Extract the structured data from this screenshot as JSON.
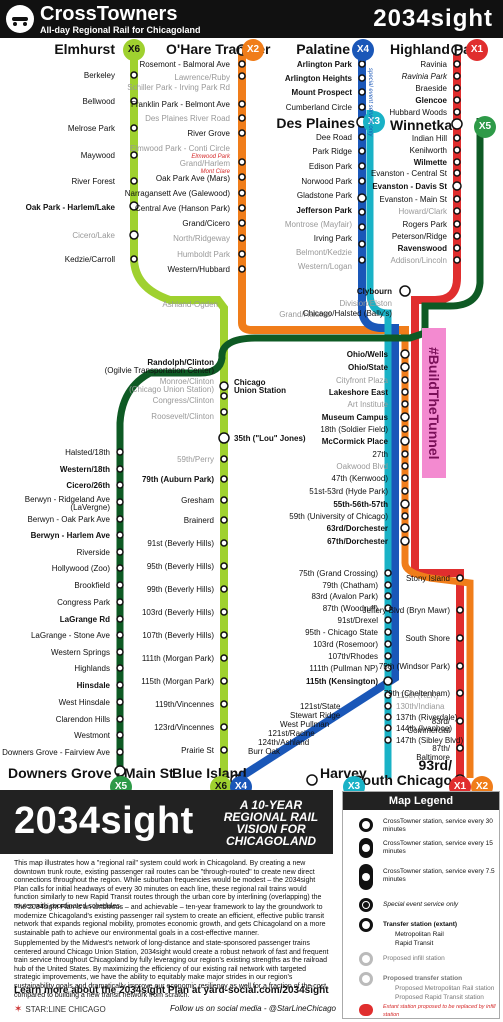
{
  "header": {
    "title": "CrossTowners",
    "subtitle": "All-day Regional Rail for Chicagoland",
    "tag": "2034sight"
  },
  "colors": {
    "x6": "#9fd12f",
    "x2": "#f07d1a",
    "x4": "#1a57b8",
    "x3": "#19b2c6",
    "x1": "#e02e2e",
    "x5": "#2e9a48",
    "x_dark": "#0e5a24",
    "ink": "#111111",
    "hashtag": "#f38ad0"
  },
  "terminals": {
    "elmhurst": "Elmhurst",
    "ohare": "O'Hare Transfer",
    "palatine": "Palatine",
    "highland_park": "Highland Park",
    "des_plaines": "Des Plaines",
    "winnetka": "Winnetka",
    "downers_grove": "Downers Grove - Main St",
    "blue_island": "Blue Island",
    "harvey": "Harvey",
    "south_chicago": "93rd/\nSouth Chicago"
  },
  "badges": {
    "x6": "X6",
    "x2": "X2",
    "x4": "X4",
    "x1": "X1",
    "x3": "X3",
    "x5": "X5",
    "x5_bottom": "X5",
    "x6_bottom": "X6",
    "x4_bottom": "X4",
    "x3_bottom": "X3",
    "x1_bottom": "X1",
    "x2_bottom": "X2"
  },
  "stations": {
    "x6_col": [
      "Berkeley",
      "Bellwood",
      "Melrose Park",
      "Maywood",
      "River Forest",
      "Oak Park - Harlem/Lake",
      "Cicero/Lake",
      "Kedzie/Carroll"
    ],
    "x2_col": [
      "Rosemont - Balmoral Ave",
      "Lawrence/Ruby",
      "Schiller Park - Irving Park Rd",
      "Franklin Park - Belmont Ave",
      "Des Plaines River Road",
      "River Grove",
      "Elmwood Park - Conti Circle",
      "Elmwood Park",
      "Grand/Harlem",
      "Mont Clare",
      "Oak Park Ave (Mars)",
      "Narragansett Ave (Galewood)",
      "Central Ave (Hanson Park)",
      "Grand/Cicero",
      "North/Ridgeway",
      "Humboldt Park",
      "Western/Hubbard"
    ],
    "x4_col": [
      "Arlington Park",
      "Arlington Heights",
      "Mount Prospect",
      "Cumberland Circle",
      "Dee Road",
      "Park Ridge",
      "Edison Park",
      "Norwood Park",
      "Gladstone Park",
      "Jefferson Park",
      "Montrose (Mayfair)",
      "Irving Park",
      "Belmont/Kedzie",
      "Western/Logan"
    ],
    "x1_col": [
      "Ravinia",
      "Ravinia Park",
      "Braeside",
      "Glencoe",
      "Hubbard Woods"
    ],
    "x5_col": [
      "Indian Hill",
      "Kenilworth",
      "Wilmette",
      "Evanston - Central St",
      "Evanston - Davis St",
      "Evanston - Main St",
      "Howard/Clark",
      "Rogers Park",
      "Peterson/Ridge",
      "Ravenswood",
      "Addison/Lincoln"
    ],
    "core": [
      "Clybourn",
      "Division/Elston",
      "Grand/Halsted",
      "Chicago/Halsted (Bally's)",
      "Ashland-Ogden",
      "Randolph/Clinton",
      "(Ogilvie Transportation Center)",
      "Monroe/Clinton",
      "(Chicago Union Station)",
      "Chicago",
      "Union Station",
      "Congress/Clinton",
      "Roosevelt/Clinton",
      "35th (\"Lou\" Jones)",
      "59th/Perry",
      "79th (Auburn Park)",
      "Gresham",
      "Brainerd",
      "91st (Beverly Hills)",
      "95th (Beverly Hills)",
      "99th (Beverly Hills)",
      "103rd (Beverly Hills)",
      "107th (Beverly Hills)",
      "111th (Morgan Park)",
      "115th (Morgan Park)",
      "119th/Vincennes",
      "123rd/Vincennes",
      "Prairie St"
    ],
    "lakefront": [
      "Ohio/Wells",
      "Ohio/State",
      "Cityfront Plaza",
      "Lakeshore East",
      "Art Institute",
      "Museum Campus",
      "18th (Soldier Field)",
      "McCormick Place",
      "27th",
      "Oakwood Blvd",
      "47th (Kenwood)",
      "51st-53rd (Hyde Park)",
      "55th-56th-57th",
      "59th (University of Chicago)",
      "63rd/Dorchester",
      "67th/Dorchester"
    ],
    "x5_south": [
      "Halsted/18th",
      "Western/18th",
      "Cicero/26th",
      "Berwyn - Ridgeland Ave",
      "(LaVergne)",
      "Berwyn - Oak Park Ave",
      "Berwyn - Harlem Ave",
      "Riverside",
      "Hollywood (Zoo)",
      "Brookfield",
      "Congress Park",
      "LaGrange Rd",
      "LaGrange - Stone Ave",
      "Western Springs",
      "Highlands",
      "Hinsdale",
      "West Hinsdale",
      "Clarendon Hills",
      "Westmont",
      "Downers Grove - Fairview Ave"
    ],
    "x3_south": [
      "75th (Grand Crossing)",
      "79th (Chatham)",
      "83rd (Avalon Park)",
      "87th (Woodruff)",
      "91st/Drexel",
      "95th - Chicago State",
      "103rd (Rosemoor)",
      "107th/Rhodes",
      "111th (Pullman NP)",
      "115th (Kensington)",
      "119th (RLK)",
      "130th/Indiana",
      "137th (Riverdale)",
      "144th (Ivanhoe)",
      "147th (Sibley Blvd)"
    ],
    "x4_south": [
      "121st/State",
      "Stewart Ridge",
      "West Pullman",
      "121st/Racine",
      "124th/Ashland",
      "Burr Oak"
    ],
    "x1_south": [
      "Stony Island",
      "Jeffery Blvd (Bryn Mawr)",
      "South Shore",
      "75th (Windsor Park)",
      "79th (Cheltenham)",
      "83rd/\nCommercial",
      "87th/\nBaltimore"
    ]
  },
  "map_notes": {
    "hashtag": "#BuildTheTunnel",
    "special": "special event service only"
  },
  "intro": {
    "title": "2034sight",
    "tagline": "A 10-YEAR REGIONAL RAIL VISION FOR CHICAGOLAND",
    "p1": "This map illustrates how a \"regional rail\" system could work in Chicagoland. By creating a new downtown trunk route, existing passenger rail routes can be \"through-routed\" to create new direct connections throughout the region. While suburban frequencies would be modest – the 2034sight Plan calls for initial headways of every 30 minutes on each line, these regional rail trains would function similarly to new Rapid Transit routes through the urban core by interlining (overlapping) the routes with coordinated schedules.",
    "p2": "The 2034sight Plan is an ambitious – and achievable – ten-year framework to lay the groundwork to modernize Chicagoland's existing passenger rail system to create an efficient, effective public transit network that expands regional mobility, promotes economic growth, and gets Chicagoland on a more sustainable path to achieve our environmental goals in a cost-effective manner.",
    "p3": "Supplemented by the Midwest's network of long-distance and state-sponsored passenger trains centered around Chicago Union Station, 2034sight would create a robust network of fast and frequent train service throughout Chicagoland by fully leveraging our region's existing strengths as the railroad hub of the United States. By maximizing the efficiency of our existing rail network with targeted strategic improvements, we have the ability to equitably make major strides in our region's sustainability goals and dramatically improve our economic resiliency as well for a fraction of the cost compared to building a new transit network from scratch.",
    "learn": "Learn more about the 2034sight Plan at yard-social.com/2034sight",
    "footer_logo": "STAR:LINE CHICAGO",
    "social": "Follow us on social media - @StarLineChicago"
  },
  "legend": {
    "title": "Map Legend",
    "items": [
      "CrossTowner station, service every 30 minutes",
      "CrossTowner station, service every 15 minutes",
      "CrossTowner station, service every 7.5 minutes",
      "Special event service only",
      "Transfer station (extant)",
      "Metropolitan Rail",
      "Rapid Transit",
      "Proposed infill station",
      "Proposed transfer station",
      "Proposed Metropolitan Rail station",
      "Proposed Rapid Transit station",
      "Extant station proposed to be replaced by infill station"
    ]
  }
}
